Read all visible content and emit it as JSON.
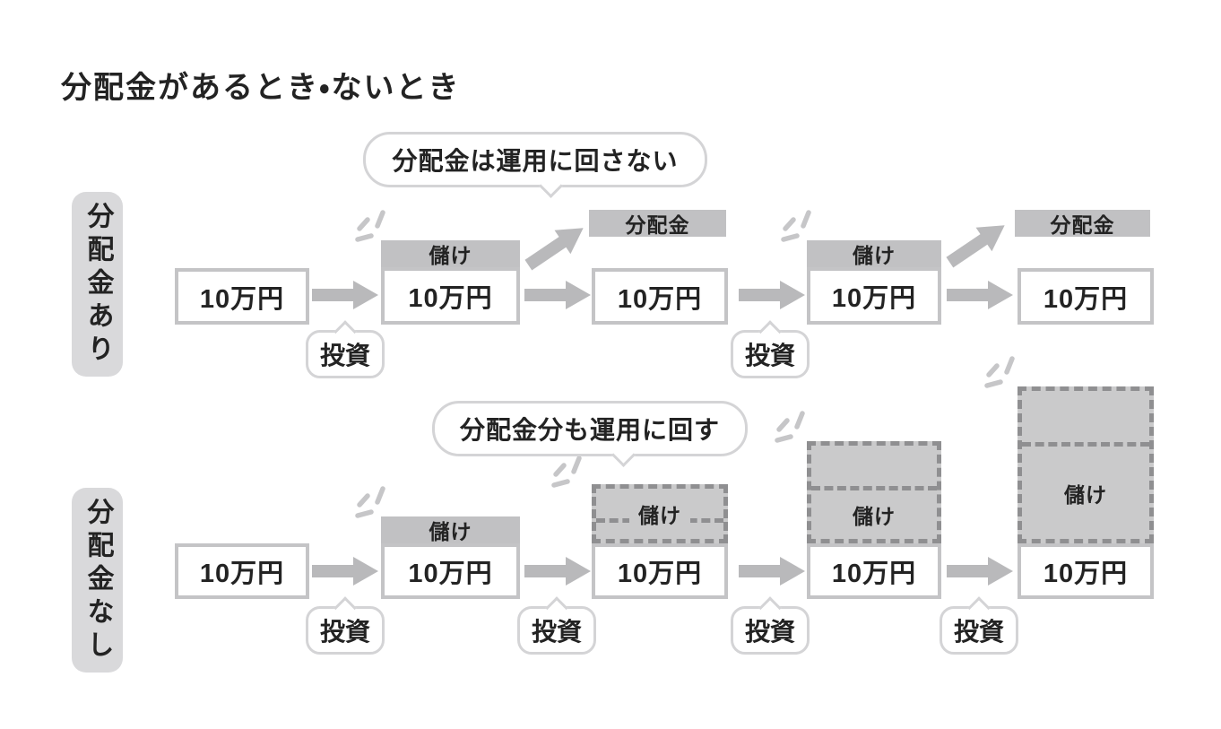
{
  "title": "分配金があるとき・ないとき",
  "rows": {
    "with": {
      "label": "分配金あり",
      "callout": "分配金は運用に回さない"
    },
    "without": {
      "label": "分配金なし",
      "callout": "分配金分も運用に回す"
    }
  },
  "labels": {
    "principal": "10万円",
    "profit": "儲け",
    "distribution": "分配金",
    "invest": "投資"
  },
  "colors": {
    "box_border": "#c4c4c6",
    "solid_gray_fill": "#c1c1c3",
    "dashed_fill": "#cacacb",
    "dash_stroke": "#8f8f91",
    "arrow": "#b9b9bb",
    "bubble_border": "#d4d4d6",
    "row_pill_fill": "#d9d9db",
    "text": "#232323",
    "background": "#ffffff"
  }
}
